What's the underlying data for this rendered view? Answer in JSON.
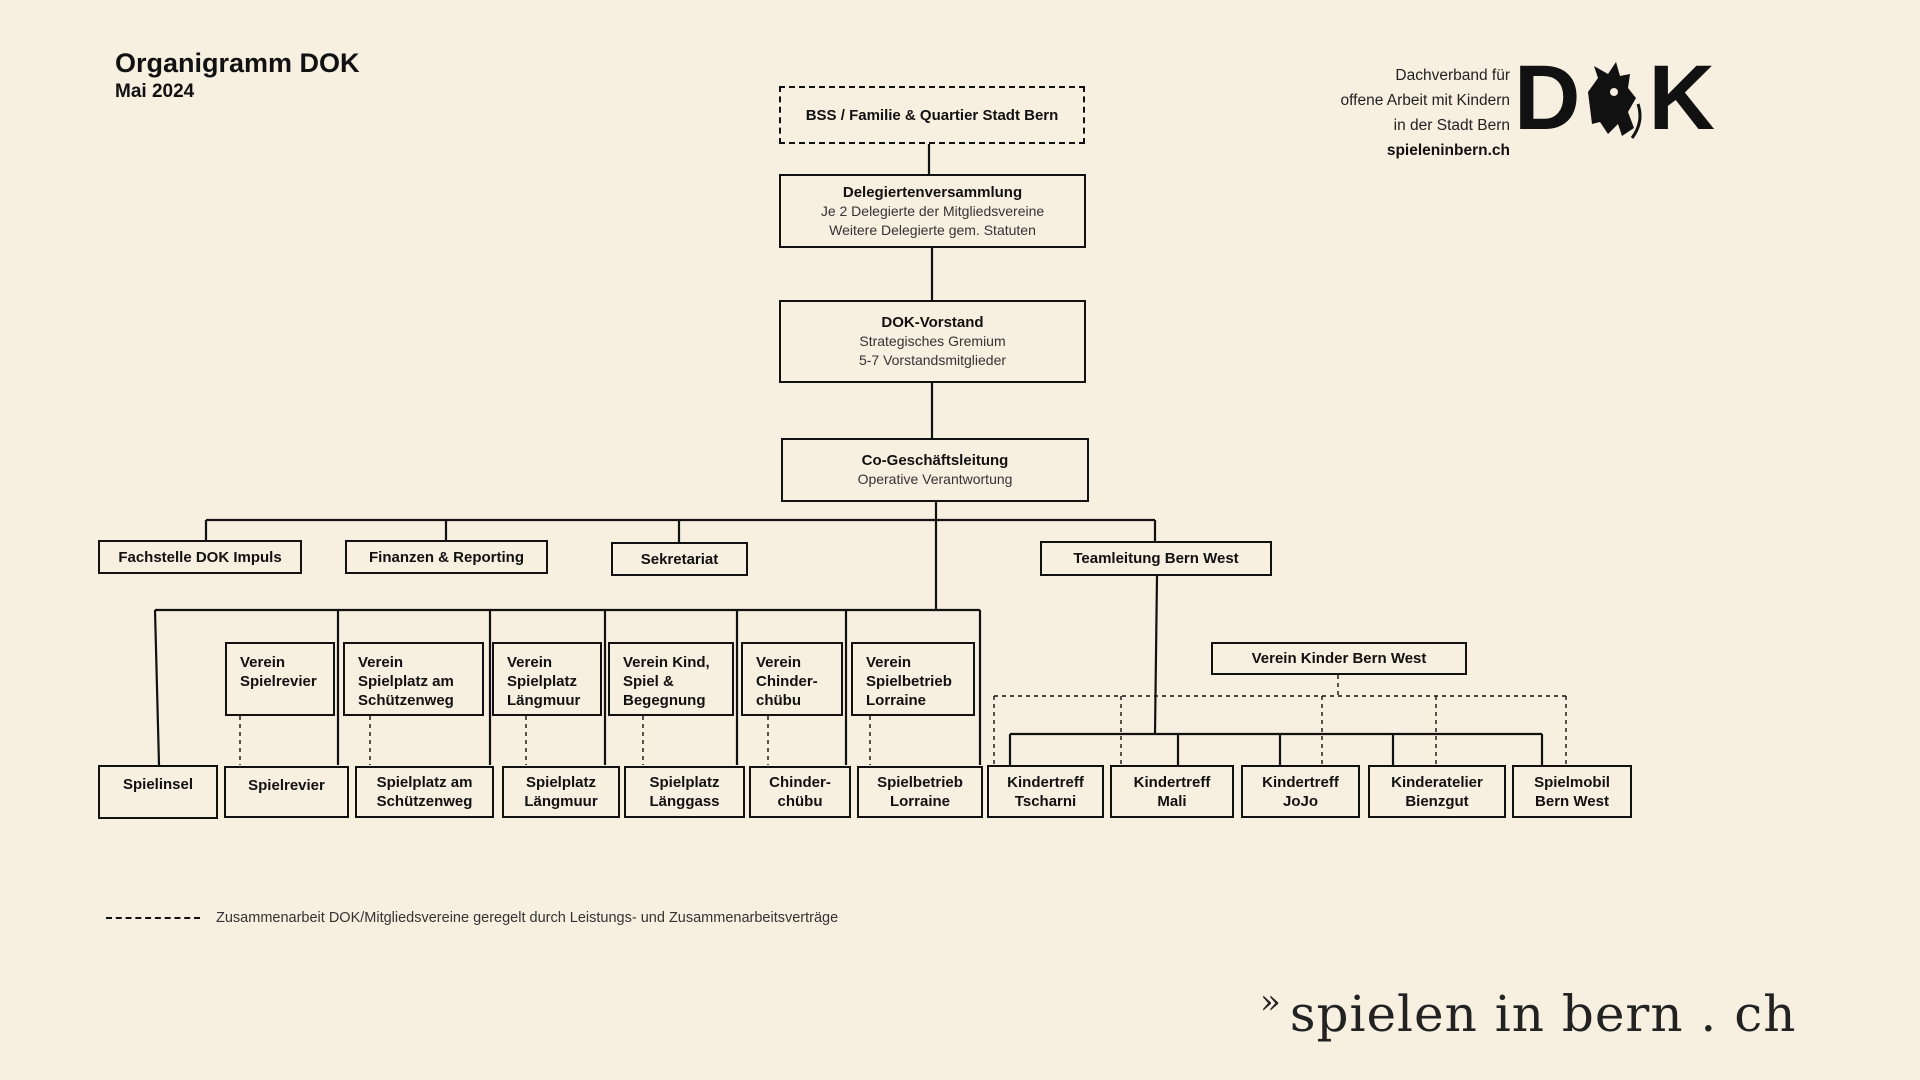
{
  "header": {
    "title": "Organigramm DOK",
    "subtitle": "Mai 2024"
  },
  "logo": {
    "line1": "Dachverband für",
    "line2": "offene Arbeit mit Kindern",
    "line3": "in der Stadt Bern",
    "url": "spieleninbern.ch",
    "letter_d": "D",
    "letter_k": "K",
    "icon": "dog-mascot-icon"
  },
  "nodes": {
    "bss": {
      "title": "BSS / Familie  & Quartier Stadt Bern"
    },
    "delegierte": {
      "title": "Delegiertenversammlung",
      "line1": "Je 2 Delegierte der Mitgliedsvereine",
      "line2": "Weitere Delegierte gem. Statuten"
    },
    "vorstand": {
      "title": "DOK-Vorstand",
      "line1": "Strategisches Gremium",
      "line2": "5-7 Vorstandsmitglieder"
    },
    "gl": {
      "title": "Co-Geschäftsleitung",
      "line1": "Operative Verantwortung"
    },
    "impuls": {
      "title": "Fachstelle DOK Impuls"
    },
    "finanzen": {
      "title": "Finanzen & Reporting"
    },
    "sekretariat": {
      "title": "Sekretariat"
    },
    "teamleitung": {
      "title": "Teamleitung Bern West"
    },
    "verein_kbw": {
      "title": "Verein Kinder Bern West"
    }
  },
  "vereine": [
    {
      "l1": "Verein",
      "l2": "Spielrevier",
      "l3": ""
    },
    {
      "l1": "Verein",
      "l2": "Spielplatz am",
      "l3": "Schützenweg"
    },
    {
      "l1": "Verein",
      "l2": "Spielplatz",
      "l3": "Längmuur"
    },
    {
      "l1": "Verein Kind,",
      "l2": "Spiel &",
      "l3": "Begegnung"
    },
    {
      "l1": "Verein",
      "l2": "Chinder-",
      "l3": "chübu"
    },
    {
      "l1": "Verein",
      "l2": "Spielbetrieb",
      "l3": "Lorraine"
    }
  ],
  "angebote": [
    {
      "l1": "Spielinsel",
      "l2": ""
    },
    {
      "l1": "Spielrevier",
      "l2": ""
    },
    {
      "l1": "Spielplatz am",
      "l2": "Schützenweg"
    },
    {
      "l1": "Spielplatz",
      "l2": "Längmuur"
    },
    {
      "l1": "Spielplatz",
      "l2": "Länggass"
    },
    {
      "l1": "Chinder-",
      "l2": "chübu"
    },
    {
      "l1": "Spielbetrieb",
      "l2": "Lorraine"
    },
    {
      "l1": "Kindertreff",
      "l2": "Tscharni"
    },
    {
      "l1": "Kindertreff",
      "l2": "Mali"
    },
    {
      "l1": "Kindertreff",
      "l2": "JoJo"
    },
    {
      "l1": "Kinderatelier",
      "l2": "Bienzgut"
    },
    {
      "l1": "Spielmobil",
      "l2": "Bern West"
    }
  ],
  "legend": {
    "text": "Zusammenarbeit DOK/Mitgliedsvereine geregelt durch Leistungs- und Zusammenarbeitsverträge"
  },
  "footer": {
    "quote": "»",
    "text": "spielen in bern . ch"
  }
}
